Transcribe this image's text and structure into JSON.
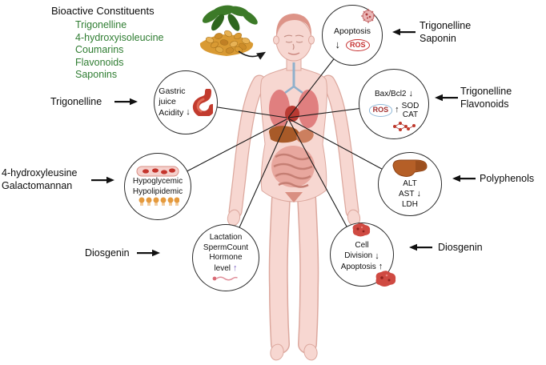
{
  "header": {
    "title": "Bioactive Constituents",
    "items": [
      "Trigonelline",
      "4-hydroxyisoleucine",
      "Coumarins",
      "Flavonoids",
      "Saponins"
    ]
  },
  "nodes": {
    "apoptosis": {
      "title": "Apoptosis",
      "down": "↓",
      "ros": "ROS"
    },
    "oxidative": {
      "title": "Bax/Bcl2",
      "down": "↓",
      "ros": "ROS",
      "up": "↑",
      "sod": "SOD",
      "cat": "CAT"
    },
    "liver": {
      "alt": "ALT",
      "ast": "AST",
      "down": "↓",
      "ldh": "LDH"
    },
    "cell": {
      "l1": "Cell",
      "l2": "Division",
      "down": "↓",
      "l3": "Apoptosis",
      "up": "↑"
    },
    "gastric": {
      "l1": "Gastric",
      "l2": "juice",
      "l3": "Acidity",
      "down": "↓"
    },
    "metabolic": {
      "l1": "Hypoglycemic",
      "l2": "Hypolipidemic"
    },
    "reproductive": {
      "l1": "Lactation",
      "l2": "SpermCount",
      "l3": "Hormone",
      "l4": "level",
      "up": "↑"
    }
  },
  "labels": {
    "trig_saponin": {
      "l1": "Trigonelline",
      "l2": "Saponin"
    },
    "trig_flav": {
      "l1": "Trigonelline",
      "l2": "Flavonoids"
    },
    "polyphenols": {
      "l1": "Polyphenols"
    },
    "diosgenin_right": {
      "l1": "Diosgenin"
    },
    "trigonelline_left": {
      "l1": "Trigonelline"
    },
    "hydroxyleusine": {
      "l1": "4-hydroxyleusine",
      "l2": "Galactomannan"
    },
    "diosgenin_left": {
      "l1": "Diosgenin"
    }
  },
  "colors": {
    "list_green": "#2f7d32",
    "ros_red": "#c62f2f",
    "ros_blue_border": "#8fb8d8",
    "connector": "#1a1a1a",
    "body_skin": "#f7d7d1",
    "seed_tan": "#d99a33",
    "leaf_green": "#3c7a28"
  }
}
